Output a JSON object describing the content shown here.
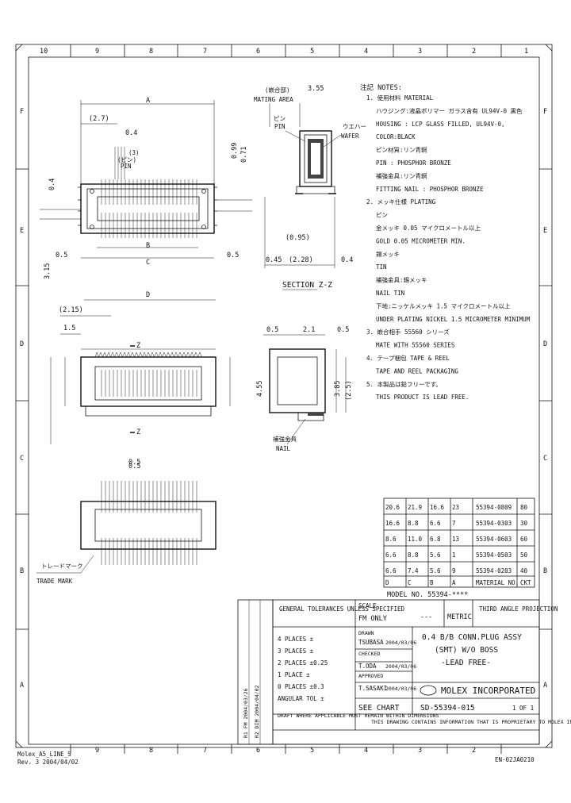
{
  "zones": {
    "top": [
      "10",
      "9",
      "8",
      "7",
      "6",
      "5",
      "4",
      "3",
      "2",
      "1"
    ],
    "bottom": [
      "9",
      "8",
      "7",
      "6",
      "5",
      "4",
      "3",
      "2"
    ],
    "left": [
      "F",
      "E",
      "D",
      "C",
      "B",
      "A"
    ],
    "right": [
      "F",
      "E",
      "D",
      "C",
      "B",
      "A"
    ]
  },
  "notes": {
    "title": "注記 NOTES:",
    "lines": [
      "1. 使用材料 MATERIAL",
      "ハウジング:液晶ポリマー ガラス含有 UL94V-0 黒色",
      "HOUSING : LCP GLASS FILLED, UL94V-0,",
      "COLOR:BLACK",
      "ピン材質:リン青銅",
      "PIN : PHOSPHOR BRONZE",
      "補強金具:リン青銅",
      "FITTING NAIL : PHOSPHOR BRONZE",
      "2. メッキ仕様 PLATING",
      "ピン",
      "金メッキ 0.05 マイクロメートル以上",
      "GOLD 0.05 MICROMETER MIN.",
      "錫メッキ",
      "TIN",
      "補強金具:錫メッキ",
      "NAIL TIN",
      "下地:ニッケルメッキ 1.5 マイクロメートル以上",
      "UNDER PLATING NICKEL 1.5 MICROMETER MINIMUM",
      "3. 嵌合相手 55560 シリーズ",
      "MATE WITH 55560 SERIES",
      "4. テープ梱包 TAPE & REEL",
      "TAPE AND REEL PACKAGING",
      "5. 本製品は鉛フリーです。",
      "THIS PRODUCT IS LEAD FREE."
    ]
  },
  "top_view": {
    "dims": [
      "A",
      "(2.7)",
      "0.4",
      "(3)",
      "B",
      "0.4",
      "0.5",
      "C",
      "0.5",
      "3.15",
      "0.99",
      "0.71"
    ],
    "labels": [
      "(ピン)",
      "PIN"
    ]
  },
  "section_view": {
    "title": "SECTION Z-Z",
    "dims": [
      "0.45",
      "(2.28)",
      "0.4",
      "(0.95)",
      "3.55"
    ],
    "labels": [
      "(嵌合部)",
      "MATING AREA",
      "ピン",
      "PIN",
      "ウエハー",
      "WAFER"
    ]
  },
  "front_view": {
    "dims": [
      "D",
      "(2.15)",
      "1.5",
      "0.5"
    ],
    "labels": [
      "Z"
    ]
  },
  "side_view": {
    "dims": [
      "0.5",
      "2.1",
      "0.5",
      "4.55",
      "3.85",
      "(2.5)"
    ],
    "labels": [
      "補強金具",
      "NAIL"
    ]
  },
  "bottom_view": {
    "dims": [
      "0.5"
    ],
    "labels": [
      "トレードマーク",
      "TRADE MARK"
    ]
  },
  "table": {
    "headers": [
      "D",
      "C",
      "B",
      "A",
      "MATERIAL NO.",
      "CKT"
    ],
    "rows": [
      [
        "20.6",
        "21.9",
        "16.6",
        "23",
        "55394-0809",
        "80"
      ],
      [
        "16.6",
        "8.8",
        "6.6",
        "7",
        "55394-0303",
        "30"
      ],
      [
        "8.6",
        "11.0",
        "6.8",
        "13",
        "55394-0603",
        "60"
      ],
      [
        "6.6",
        "8.8",
        "5.6",
        "1",
        "55394-0503",
        "50"
      ],
      [
        "6.6",
        "7.4",
        "5.6",
        "9",
        "55394-0203",
        "40"
      ]
    ],
    "model": "MODEL NO. 55394-****",
    "scale": "SCALE",
    "scale_value": "---",
    "units": "METRIC",
    "projection": "THIRD ANGLE PROJECTION",
    "for_only": "FM ONLY"
  },
  "title_block": {
    "tolerances": "GENERAL TOLERANCES UNLESS SPECIFIED",
    "tol_rows": [
      "4 PLACES ±",
      "3 PLACES ±",
      "2 PLACES ±0.25",
      "1 PLACE ±",
      "0 PLACES ±0.3",
      "ANGULAR TOL ±"
    ],
    "draft": "DRAFT WHERE APPLICABLE MUST REMAIN WITHIN DIMENSIONS",
    "drawn": "DRAWN",
    "drawn_name": "TSUBASA",
    "drawn_date": "2004/03/06",
    "checked": "CHECKED",
    "checked_name": "T.ODA",
    "checked_date": "2004/03/06",
    "approved": "APPROVED",
    "approved_name": "T.SASAKI",
    "approved_date": "2004/03/06",
    "title": "0.4 B/B CONN.PLUG ASSY",
    "title2": "(SMT) W/O BOSS",
    "title3": "-LEAD FREE-",
    "company": "MOLEX INCORPORATED",
    "doc_type": "SEE CHART",
    "doc_no": "SD-55394-015",
    "sheet": "1 OF 1",
    "proprietary": "THIS DRAWING CONTAINS INFORMATION THAT IS PROPRIETARY TO MOLEX INCORPORATED AND SHOULD NOT BE USED WITHOUT WRITTEN PERMISSION",
    "format": "EN-02JA0210",
    "revs": [
      "R1 FM 2004/03/26",
      "R2 DIM 2004/04/02"
    ]
  },
  "left_footer": {
    "line1": "Molex_A5_LINE_S",
    "line2": "Rev. 3 2004/04/02"
  }
}
